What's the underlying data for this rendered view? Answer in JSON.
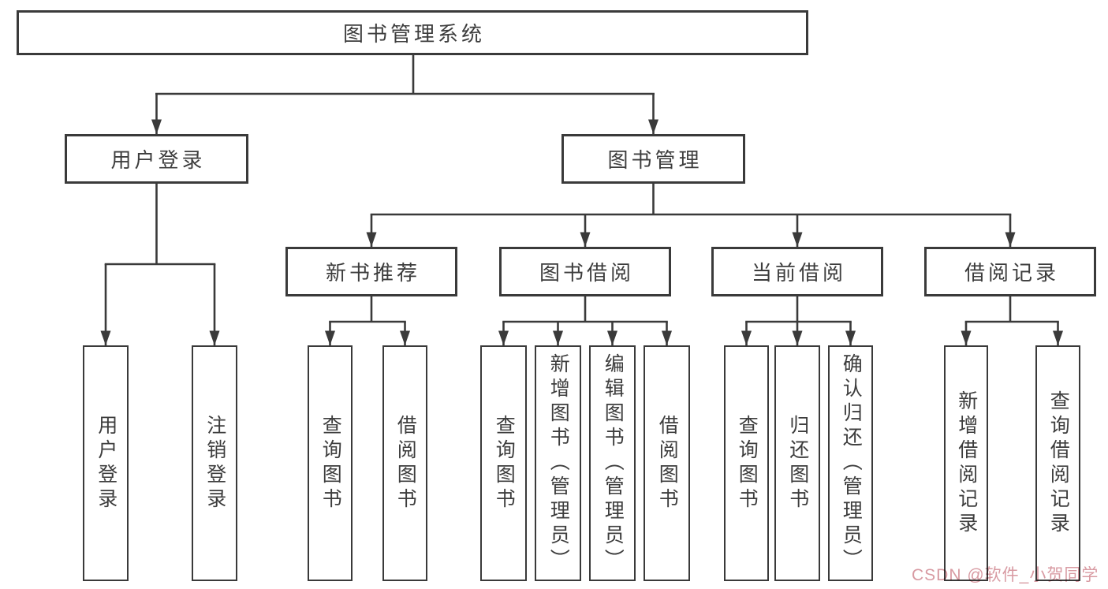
{
  "tree": {
    "root": "图书管理系统",
    "branches": [
      {
        "label": "用户登录",
        "leaves": [
          "用户登录",
          "注销登录"
        ]
      },
      {
        "label": "图书管理",
        "sections": [
          {
            "label": "新书推荐",
            "leaves": [
              "查询图书",
              "借阅图书"
            ]
          },
          {
            "label": "图书借阅",
            "leaves": [
              "查询图书",
              "新增图书（管理员）",
              "编辑图书（管理员）",
              "借阅图书"
            ]
          },
          {
            "label": "当前借阅",
            "leaves": [
              "查询图书",
              "归还图书",
              "确认归还（管理员）"
            ]
          },
          {
            "label": "借阅记录",
            "leaves": [
              "新增借阅记录",
              "查询借阅记录"
            ]
          }
        ]
      }
    ]
  },
  "watermark": "CSDN @软件_小贺同学",
  "colors": {
    "line": "#3a3a3a",
    "text": "#3d3d3d",
    "watermark": "#d89aa2",
    "background": "#ffffff"
  }
}
